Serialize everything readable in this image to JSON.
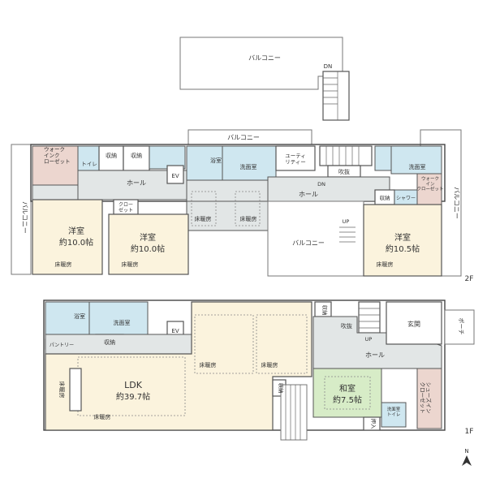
{
  "floor2": {
    "floor_label": "2F",
    "balcony_top": "バルコニー",
    "dn_top": "DN",
    "balcony_mid": "バルコニー",
    "balcony_left": "バルコニー",
    "balcony_right": "バルコニー",
    "balcony_center": "バルコニー",
    "walkin_left": "ウォーク\nインク\nローゼット",
    "toilet": "トイレ",
    "storage1": "収納",
    "storage2": "収納",
    "hall_left": "ホール",
    "ev": "EV",
    "bath": "浴室",
    "washroom": "洗面室",
    "utility": "ユーティ\nリティー",
    "fukinuke": "吹抜",
    "hall_right": "ホール",
    "dn_mid": "DN",
    "up_mid": "UP",
    "closet_small": "クロー\nゼット",
    "floorheat1": "床暖房",
    "floorheat2": "床暖房",
    "room1_name": "洋室",
    "room1_size": "約10.0帖",
    "room1_heat": "床暖房",
    "room2_name": "洋室",
    "room2_size": "約10.0帖",
    "room2_heat": "床暖房",
    "washroom_right": "洗面室",
    "walkin_right": "ウォーク\nイン\nクローゼット",
    "storage_right": "収納",
    "shower": "シャワー",
    "room3_name": "洋室",
    "room3_size": "約10.5帖",
    "room3_heat": "床暖房"
  },
  "floor1": {
    "floor_label": "1F",
    "bath": "浴室",
    "washroom": "洗面室",
    "ev": "EV",
    "pantry": "パントリー",
    "storage": "収納",
    "ldk_name": "LDK",
    "ldk_size": "約39.7帖",
    "heat_ldk": "床暖房",
    "heat_kitchen": "床暖房",
    "heat_a": "床暖房",
    "heat_b": "床暖房",
    "storage2": "収納",
    "storage3": "収納",
    "fukinuke": "吹抜",
    "up": "UP",
    "hall": "ホール",
    "entrance": "玄関",
    "porch": "ポーチ",
    "washitsu_name": "和室",
    "washitsu_size": "約7.5帖",
    "shoes": "シューズイン\nクローゼット",
    "wc": "洗面室\nトイレ",
    "oshiire": "押入"
  },
  "compass": "N"
}
